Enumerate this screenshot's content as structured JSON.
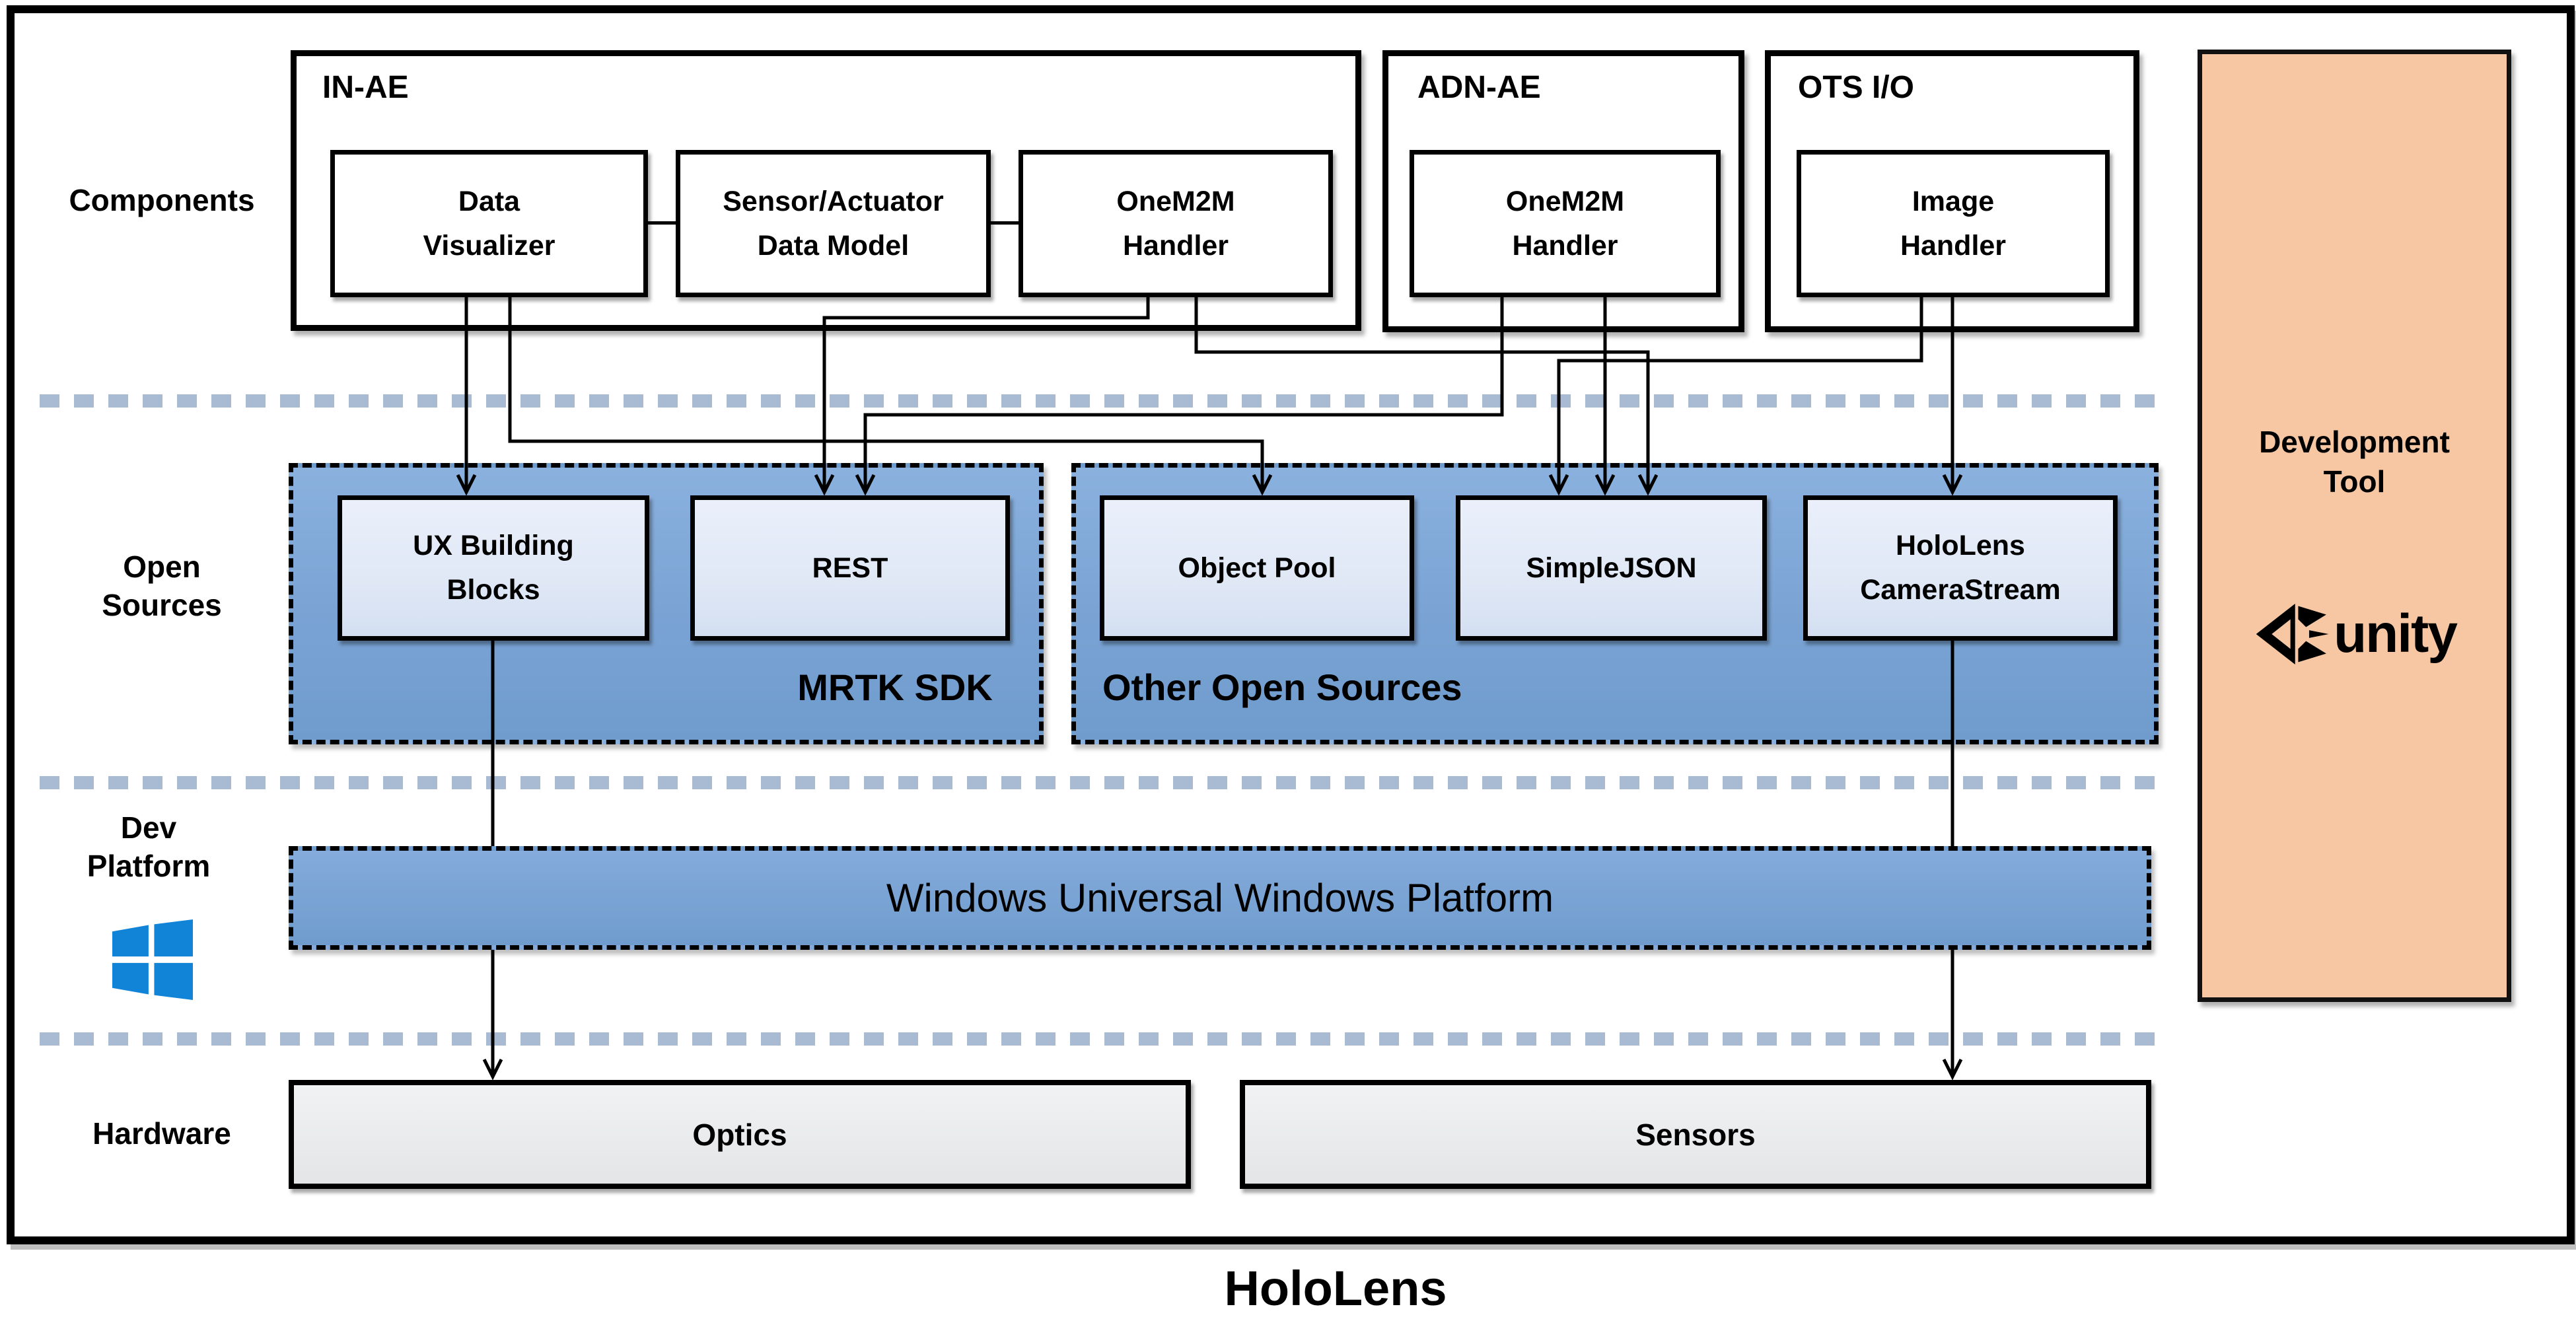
{
  "page_title": "HoloLens",
  "row_labels": {
    "components": "Components",
    "open_sources": "Open\nSources",
    "dev_platform": "Dev\nPlatform",
    "hardware": "Hardware"
  },
  "components_row": {
    "in_ae": {
      "title": "IN-AE",
      "data_visualizer": "Data\nVisualizer",
      "sensor_actuator": "Sensor/Actuator\nData Model",
      "onem2m_handler": "OneM2M\nHandler"
    },
    "adn_ae": {
      "title": "ADN-AE",
      "onem2m_handler": "OneM2M\nHandler"
    },
    "ots_io": {
      "title": "OTS I/O",
      "image_handler": "Image\nHandler"
    }
  },
  "open_sources_row": {
    "mrtk": {
      "label": "MRTK SDK",
      "ux_building_blocks": "UX Building\nBlocks",
      "rest": "REST"
    },
    "other": {
      "label": "Other Open Sources",
      "object_pool": "Object Pool",
      "simplejson": "SimpleJSON",
      "camerastream": "HoloLens\nCameraStream"
    }
  },
  "dev_platform_row": {
    "uwp": "Windows Universal Windows Platform"
  },
  "hardware_row": {
    "optics": "Optics",
    "sensors": "Sensors"
  },
  "dev_tool": {
    "title": "Development\nTool",
    "unity_logo_text": "unity"
  },
  "icons": {
    "windows": "windows-logo",
    "unity": "unity-cube-logo"
  },
  "colors": {
    "open_source_zone_blue": "#7fa5d2",
    "inner_box_light_blue": "#e4eaf6",
    "dev_tool_orange": "#f7c7a3",
    "separator_dash": "#a9bad3",
    "windows_logo_blue": "#1284d7",
    "hardware_gray": "#e8e9ea"
  }
}
